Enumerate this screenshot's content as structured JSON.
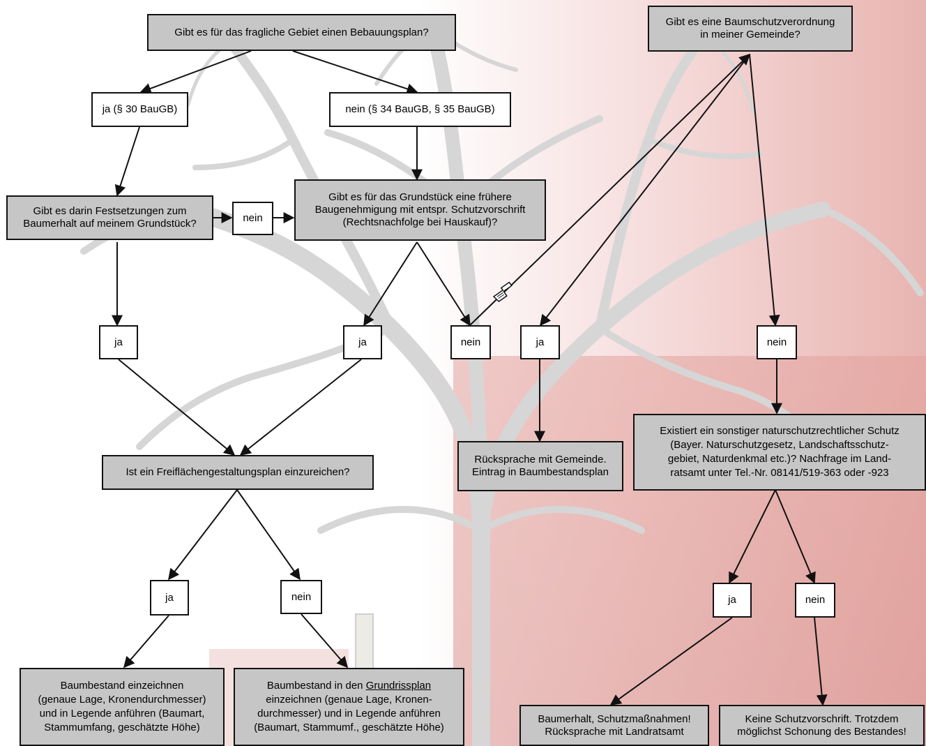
{
  "nodes": {
    "q_bebauungsplan": "Gibt es für das fragliche Gebiet einen Bebauungsplan?",
    "q_baumschutz": "Gibt es eine Baumschutzverordnung\nin meiner Gemeinde?",
    "a_ja_30": "ja (§ 30 BauGB)",
    "a_nein_34_35": "nein (§ 34 BauGB, § 35 BauGB)",
    "q_festsetzungen": "Gibt es darin Festsetzungen zum\nBaumerhalt auf meinem Grundstück?",
    "a_nein_festsetzungen": "nein",
    "q_baugenehmigung": "Gibt es für das Grundstück eine frühere\nBaugenehmigung mit entspr. Schutzvorschrift\n(Rechtsnachfolge bei Hauskauf)?",
    "a_ja_1": "ja",
    "a_ja_2": "ja",
    "a_nein_2": "nein",
    "a_ja_3": "ja",
    "a_nein_3": "nein",
    "q_freiflaechen": "Ist ein Freiflächengestaltungsplan einzureichen?",
    "r_ruecksprache_gemeinde": "Rücksprache mit Gemeinde.\nEintrag in Baumbestandsplan",
    "q_naturschutz": "Existiert ein sonstiger naturschutzrechtlicher Schutz\n(Bayer. Naturschutzgesetz, Landschaftsschutz-\ngebiet, Naturdenkmal etc.)? Nachfrage im Land-\nratsamt unter Tel.-Nr. 08141/519-363 oder -923",
    "a_ja_4": "ja",
    "a_nein_4": "nein",
    "a_ja_5": "ja",
    "a_nein_5": "nein",
    "r_baumbestand_1": "Baumbestand einzeichnen\n(genaue Lage, Kronendurchmesser)\nund in Legende anführen (Baumart,\nStammumfang, geschätzte Höhe)",
    "r_baumbestand_2_pre": "Baumbestand in den ",
    "r_baumbestand_2_link": "Grundrissplan",
    "r_baumbestand_2_post": "\neinzeichnen (genaue Lage, Kronen-\ndurchmesser) und in Legende anführen\n(Baumart, Stammumf., geschätzte Höhe)",
    "r_baumerhalt": "Baumerhalt, Schutzmaßnahmen!\nRücksprache mit Landratsamt",
    "r_keine_schutz": "Keine Schutzvorschrift. Trotzdem\nmöglichst Schonung des Bestandes!"
  },
  "colors": {
    "box_gray": "#c6c6c6",
    "box_white": "#ffffff",
    "arrow": "#111111",
    "tree": "#d8d8d8",
    "background_accent": "#e3a29d"
  },
  "icons": [
    "pointing-hand-icon",
    "tree-silhouette"
  ]
}
